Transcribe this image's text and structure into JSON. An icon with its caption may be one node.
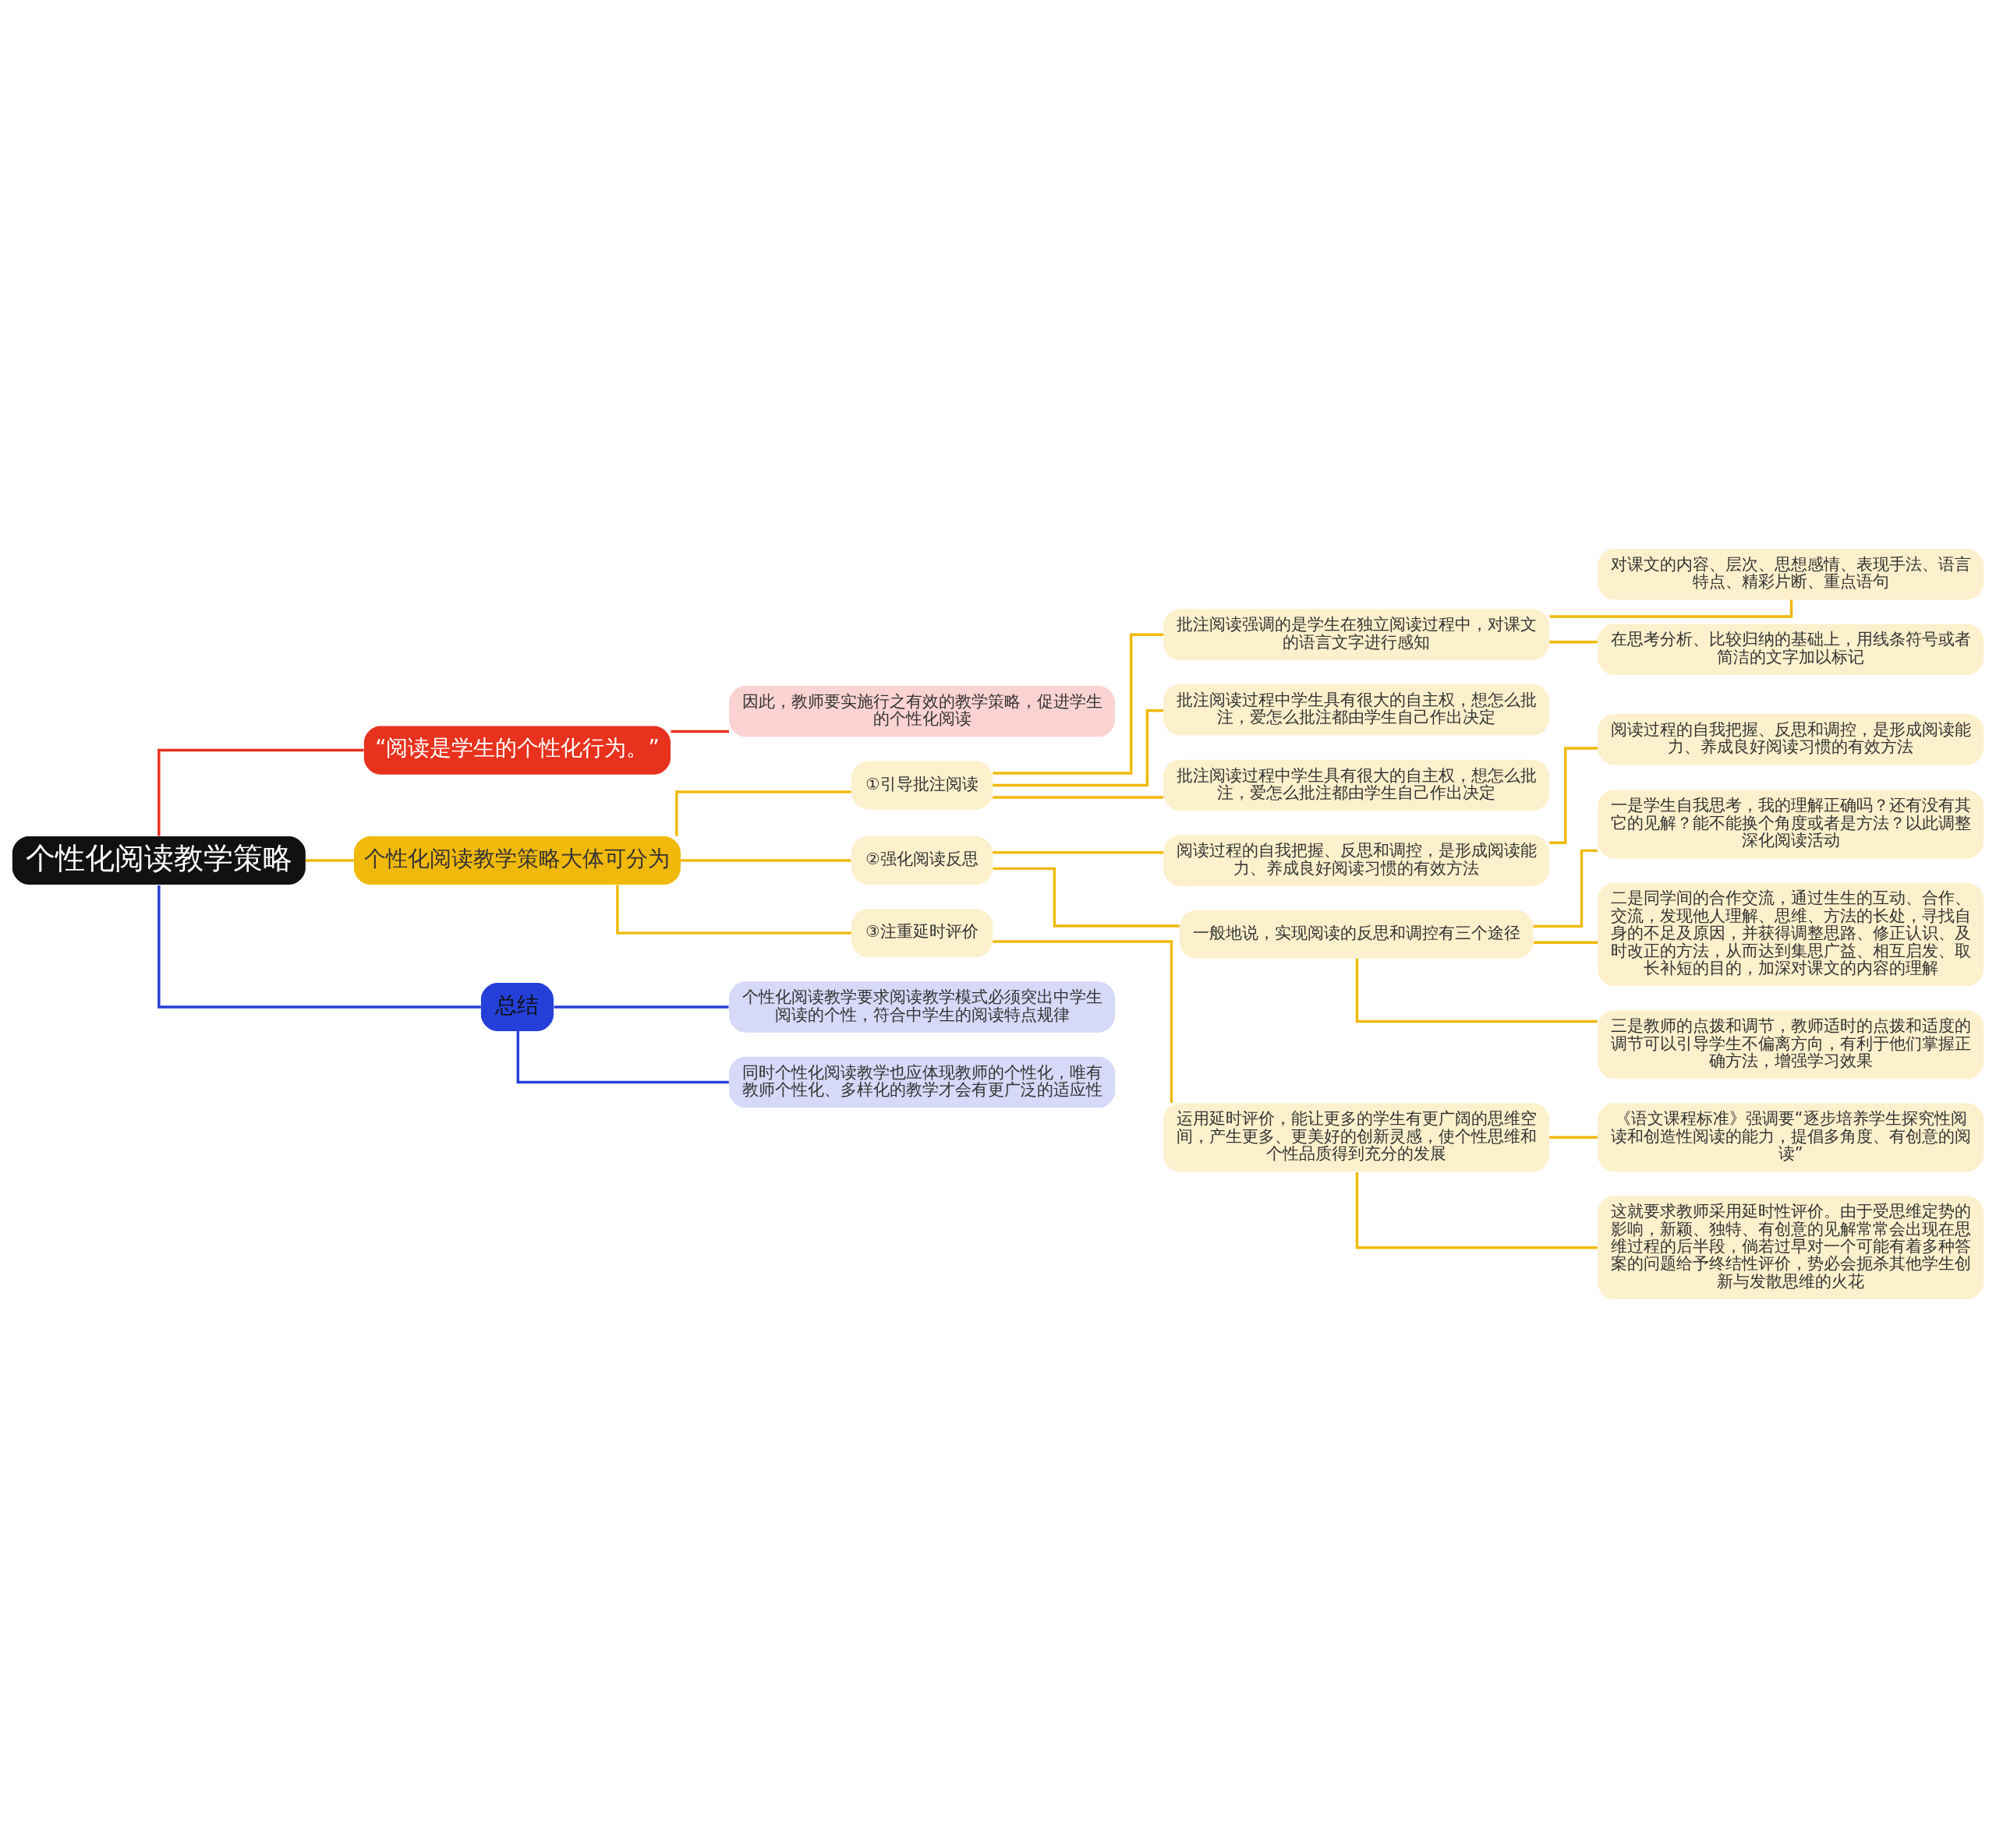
{
  "diagram": {
    "nodes": [
      {
        "text": [
          "个性化阅读教学策略"
        ]
      },
      {
        "text": [
          "“阅读是学生的个性化行为。”"
        ]
      },
      {
        "text": [
          "因此，教师要实施行之有效的教学策略，促进学生的个性化阅读"
        ]
      },
      {
        "text": [
          "个性化阅读教学策略大体可分为"
        ]
      },
      {
        "text": [
          "①引导批注阅读"
        ]
      },
      {
        "text": [
          "批注阅读强调的是学生在独立阅读过程中，对课文的语言文字进行感知"
        ]
      },
      {
        "text": [
          "对课文的内容、层次、思想感情、表现手法、语言特点、精彩片断、重点语句"
        ]
      },
      {
        "text": [
          "在思考分析、比较归纳的基础上，用线条符号或者简洁的文字加以标记"
        ]
      },
      {
        "text": [
          "批注阅读过程中学生具有很大的自主权，想怎么批注，爱怎么批注都由学生自己作出决定"
        ]
      },
      {
        "text": [
          "批注阅读过程中学生具有很大的自主权，想怎么批注，爱怎么批注都由学生自己作出决定"
        ]
      },
      {
        "text": [
          "②强化阅读反思"
        ]
      },
      {
        "text": [
          "阅读过程的自我把握、反思和调控，是形成阅读能力、养成良好阅读习惯的有效方法"
        ]
      },
      {
        "text": [
          "阅读过程的自我把握、反思和调控，是形成阅读能力、养成良好阅读习惯的有效方法"
        ]
      },
      {
        "text": [
          "一般地说，实现阅读的反思和调控有三个途径"
        ]
      },
      {
        "text": [
          "一是学生自我思考，我的理解正确吗？还有没有其它的见解？能不能换个角度或者是方法？以此调整深化阅读活动"
        ]
      },
      {
        "text": [
          "二是同学间的合作交流，通过生生的互动、合作、交流，发现他人理解、思维、方法的长处，寻找自身的不足及原因，并获得调整思路、修正认识、及时改正的方法，从而达到集思广益、相互启发、取长补短的目的，加深对课文的内容的理解"
        ]
      },
      {
        "text": [
          "三是教师的点拨和调节，教师适时的点拨和适度的调节可以引导学生不偏离方向，有利于他们掌握正确方法，增强学习效果"
        ]
      },
      {
        "text": [
          "③注重延时评价"
        ]
      },
      {
        "text": [
          "运用延时评价，能让更多的学生有更广阔的思维空间，产生更多、更美好的创新灵感，使个性思维和个性品质得到充分的发展"
        ]
      },
      {
        "text": [
          "《语文课程标准》强调要“逐步培养学生探究性阅读和创造性阅读的能力，提倡多角度、有创意的阅读”"
        ]
      },
      {
        "text": [
          "这就要求教师采用延时性评价。由于受思维定势的影响，新颖、独特、有创意的见解常常会出现在思维过程的后半段，倘若过早对一个可能有着多种答案的问题给予终结性评价，势必会扼杀其他学生创新与发散思维的火花"
        ]
      },
      {
        "text": [
          "总结"
        ]
      },
      {
        "text": [
          "个性化阅读教学要求阅读教学模式必须突出中学生阅读的个性，符合中学生的阅读特点规律"
        ]
      },
      {
        "text": [
          "同时个性化阅读教学也应体现教师的个性化，唯有教师个性化、多样化的教学才会有更广泛的适应性"
        ]
      }
    ],
    "edges": [
      {
        "from": 0,
        "to": 1,
        "arrow": "none",
        "color": "#e8321e"
      },
      {
        "from": 1,
        "to": 2,
        "arrow": "none",
        "color": "#e8321e"
      },
      {
        "from": 0,
        "to": 3,
        "arrow": "none"
      },
      {
        "from": 3,
        "to": 4,
        "arrow": "none"
      },
      {
        "from": 4,
        "to": 5,
        "arrow": "none"
      },
      {
        "from": 5,
        "to": 6,
        "arrow": "none"
      },
      {
        "from": 5,
        "to": 7,
        "arrow": "none"
      },
      {
        "from": 4,
        "to": 8,
        "arrow": "none"
      },
      {
        "from": 4,
        "to": 9,
        "arrow": "none"
      },
      {
        "from": 3,
        "to": 10,
        "arrow": "none"
      },
      {
        "from": 10,
        "to": 11,
        "arrow": "none"
      },
      {
        "from": 11,
        "to": 12,
        "arrow": "none"
      },
      {
        "from": 10,
        "to": 13,
        "arrow": "none"
      },
      {
        "from": 13,
        "to": 14,
        "arrow": "none"
      },
      {
        "from": 13,
        "to": 15,
        "arrow": "none"
      },
      {
        "from": 13,
        "to": 16,
        "arrow": "none"
      },
      {
        "from": 3,
        "to": 17,
        "arrow": "none"
      },
      {
        "from": 17,
        "to": 18,
        "arrow": "none"
      },
      {
        "from": 18,
        "to": 19,
        "arrow": "none"
      },
      {
        "from": 18,
        "to": 20,
        "arrow": "none"
      },
      {
        "from": 0,
        "to": 21,
        "arrow": "none",
        "color": "#2440d8"
      },
      {
        "from": 21,
        "to": 22,
        "arrow": "none",
        "color": "#2440d8"
      },
      {
        "from": 21,
        "to": 23,
        "arrow": "none",
        "color": "#2440d8"
      }
    ]
  }
}
